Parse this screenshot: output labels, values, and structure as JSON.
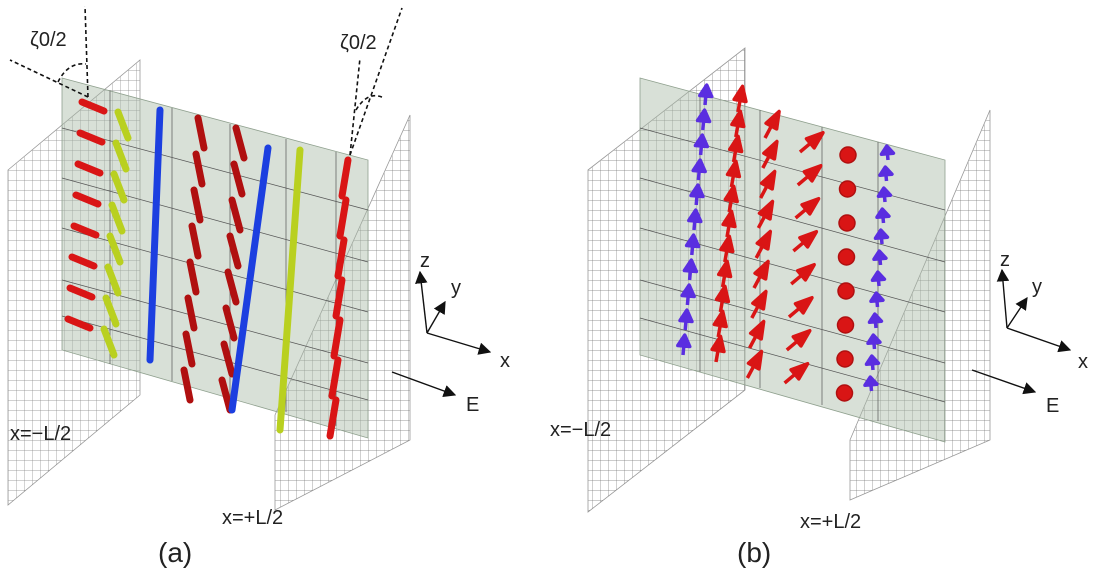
{
  "panel_a": {
    "label": "(a)",
    "angle_left": "ζ0/2",
    "angle_right": "ζ0/2",
    "wall_left": "x=−L/2",
    "wall_right": "x=+L/2",
    "axis_x": "x",
    "axis_y": "y",
    "axis_z": "z",
    "field": "E"
  },
  "panel_b": {
    "label": "(b)",
    "wall_left": "x=−L/2",
    "wall_right": "x=+L/2",
    "axis_x": "x",
    "axis_y": "y",
    "axis_z": "z",
    "field": "E"
  },
  "colors": {
    "red": "#d91515",
    "dark_red": "#b01010",
    "yellow": "#b9d020",
    "blue": "#1c3fe0",
    "violet": "#5a2ee0",
    "plane": "#b9c8b8",
    "grid": "#6b6b6b"
  }
}
